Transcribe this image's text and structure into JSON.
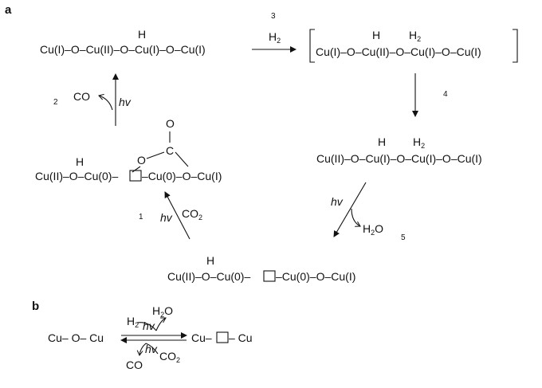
{
  "panel_a": {
    "label": "a",
    "s1": {
      "H": "H",
      "f": "Cu(I)–O–Cu(II)–O–Cu(I)–O–Cu(I)"
    },
    "s2": {
      "H": "H",
      "H2": "H",
      "H2sub": "2",
      "f": "Cu(I)–O–Cu(II)–O–Cu(I)–O–Cu(I)"
    },
    "s3": {
      "H": "H",
      "H2": "H",
      "H2sub": "2",
      "f": "Cu(II)–O–Cu(I)–O–Cu(I)–O–Cu(I)"
    },
    "s4": {
      "H": "H",
      "left": "Cu(II)–O–Cu(0)–",
      "right": "–Cu(0)–O–Cu(I)"
    },
    "s5": {
      "H": "H",
      "O_top": "O",
      "C": "C",
      "O_left": "O",
      "left": "Cu(II)–O–Cu(0)–",
      "right": "–Cu(0)–O–Cu(I)"
    },
    "steps": {
      "n1": "1",
      "n2": "2",
      "n3": "3",
      "n4": "4",
      "n5": "5",
      "h2": "H",
      "h2sub": "2",
      "hv": "hv",
      "co": "CO",
      "co2": "CO",
      "co2sub": "2",
      "h2o_pre": "H",
      "h2o_sub": "2",
      "h2o_post": "O"
    }
  },
  "panel_b": {
    "label": "b",
    "left": "Cu– O– Cu",
    "right_a": "Cu–",
    "right_b": "– Cu",
    "h2": "H",
    "h2sub": "2",
    "h2o_pre": "H",
    "h2o_sub": "2",
    "h2o_post": "O",
    "hv": "hv",
    "co": "CO",
    "co2": "CO",
    "co2sub": "2"
  },
  "colors": {
    "ink": "#111111",
    "background": "#ffffff"
  }
}
